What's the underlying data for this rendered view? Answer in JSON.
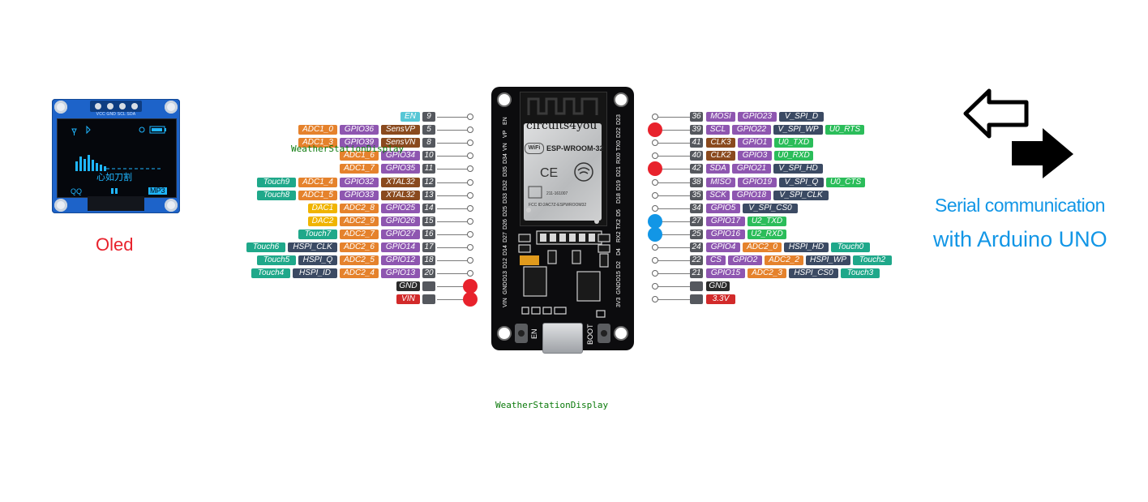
{
  "oled": {
    "caption": "Oled",
    "pin_labels": "VCC GND SCL SDA",
    "screen_left_label": "QQ",
    "screen_center_label": "心如刀割",
    "screen_right_label": "MP3"
  },
  "board": {
    "brand": "circuits4you",
    "module": "ESP-WROOM-32",
    "wifi_logo": "WiFi",
    "button_en": "EN",
    "button_boot": "BOOT",
    "left_edge_labels": [
      "EN",
      "VP",
      "VN",
      "D34",
      "D35",
      "D32",
      "D33",
      "D25",
      "D26",
      "D27",
      "D14",
      "D12",
      "D13",
      "GND",
      "VIN"
    ],
    "right_edge_labels": [
      "D23",
      "D22",
      "TX0",
      "RX0",
      "D21",
      "D19",
      "D18",
      "D5",
      "TX2",
      "RX2",
      "D4",
      "D2",
      "D15",
      "GND",
      "3V3"
    ]
  },
  "left_pins": [
    {
      "num": "9",
      "tags": [
        {
          "text": "EN",
          "color": "#57c7d6"
        }
      ]
    },
    {
      "num": "5",
      "tags": [
        {
          "text": "ADC1_0",
          "color": "#e5822c"
        },
        {
          "text": "GPIO36",
          "color": "#8e56b0"
        },
        {
          "text": "SensVP",
          "color": "#8a4a1e"
        }
      ],
      "dot": ""
    },
    {
      "num": "8",
      "tags": [
        {
          "text": "ADC1_3",
          "color": "#e5822c"
        },
        {
          "text": "GPIO39",
          "color": "#8e56b0"
        },
        {
          "text": "SensVN",
          "color": "#8a4a1e"
        }
      ]
    },
    {
      "num": "10",
      "tags": [
        {
          "text": "ADC1_6",
          "color": "#e5822c"
        },
        {
          "text": "GPIO34",
          "color": "#8e56b0"
        }
      ]
    },
    {
      "num": "11",
      "tags": [
        {
          "text": "ADC1_7",
          "color": "#e5822c"
        },
        {
          "text": "GPIO35",
          "color": "#8e56b0"
        }
      ]
    },
    {
      "num": "12",
      "tags": [
        {
          "text": "Touch9",
          "color": "#1fa88a"
        },
        {
          "text": "ADC1_4",
          "color": "#e5822c"
        },
        {
          "text": "GPIO32",
          "color": "#8e56b0"
        },
        {
          "text": "XTAL32",
          "color": "#8a4a1e"
        }
      ]
    },
    {
      "num": "13",
      "tags": [
        {
          "text": "Touch8",
          "color": "#1fa88a"
        },
        {
          "text": "ADC1_5",
          "color": "#e5822c"
        },
        {
          "text": "GPIO33",
          "color": "#8e56b0"
        },
        {
          "text": "XTAL32",
          "color": "#8a4a1e"
        }
      ]
    },
    {
      "num": "14",
      "tags": [
        {
          "text": "DAC1",
          "color": "#f0b400"
        },
        {
          "text": "ADC2_8",
          "color": "#e5822c"
        },
        {
          "text": "GPIO25",
          "color": "#8e56b0"
        }
      ]
    },
    {
      "num": "15",
      "tags": [
        {
          "text": "DAC2",
          "color": "#f0b400"
        },
        {
          "text": "ADC2_9",
          "color": "#e5822c"
        },
        {
          "text": "GPIO26",
          "color": "#8e56b0"
        }
      ]
    },
    {
      "num": "16",
      "tags": [
        {
          "text": "Touch7",
          "color": "#1fa88a"
        },
        {
          "text": "ADC2_7",
          "color": "#e5822c"
        },
        {
          "text": "GPIO27",
          "color": "#8e56b0"
        }
      ]
    },
    {
      "num": "17",
      "tags": [
        {
          "text": "Touch6",
          "color": "#1fa88a"
        },
        {
          "text": "HSPI_CLK",
          "color": "#3b4a63"
        },
        {
          "text": "ADC2_6",
          "color": "#e5822c"
        },
        {
          "text": "GPIO14",
          "color": "#8e56b0"
        }
      ]
    },
    {
      "num": "18",
      "tags": [
        {
          "text": "Touch5",
          "color": "#1fa88a"
        },
        {
          "text": "HSPI_Q",
          "color": "#3b4a63"
        },
        {
          "text": "ADC2_5",
          "color": "#e5822c"
        },
        {
          "text": "GPIO12",
          "color": "#8e56b0"
        }
      ]
    },
    {
      "num": "20",
      "tags": [
        {
          "text": "Touch4",
          "color": "#1fa88a"
        },
        {
          "text": "HSPI_ID",
          "color": "#3b4a63"
        },
        {
          "text": "ADC2_4",
          "color": "#e5822c"
        },
        {
          "text": "GPIO13",
          "color": "#8e56b0"
        }
      ]
    },
    {
      "num": "",
      "tags": [
        {
          "text": "GND",
          "color": "#2b2b2b"
        }
      ],
      "dot": "#e8222c"
    },
    {
      "num": "",
      "tags": [
        {
          "text": "VIN",
          "color": "#d22a2a"
        }
      ],
      "dot": "#e8222c"
    }
  ],
  "right_pins": [
    {
      "num": "36",
      "tags": [
        {
          "text": "MOSI",
          "color": "#8e56b0"
        },
        {
          "text": "GPIO23",
          "color": "#8e56b0"
        },
        {
          "text": "V_SPI_D",
          "color": "#3b4a63"
        }
      ]
    },
    {
      "num": "39",
      "tags": [
        {
          "text": "SCL",
          "color": "#8e56b0"
        },
        {
          "text": "GPIO22",
          "color": "#8e56b0"
        },
        {
          "text": "V_SPI_WP",
          "color": "#3b4a63"
        },
        {
          "text": "U0_RTS",
          "color": "#2bbd5a"
        }
      ],
      "dot": "#e8222c"
    },
    {
      "num": "41",
      "tags": [
        {
          "text": "CLK3",
          "color": "#8a4a1e"
        },
        {
          "text": "GPIO1",
          "color": "#8e56b0"
        },
        {
          "text": "U0_TXD",
          "color": "#2bbd5a"
        }
      ]
    },
    {
      "num": "40",
      "tags": [
        {
          "text": "CLK2",
          "color": "#8a4a1e"
        },
        {
          "text": "GPIO3",
          "color": "#8e56b0"
        },
        {
          "text": "U0_RXD",
          "color": "#2bbd5a"
        }
      ]
    },
    {
      "num": "42",
      "tags": [
        {
          "text": "SDA",
          "color": "#8e56b0"
        },
        {
          "text": "GPIO21",
          "color": "#8e56b0"
        },
        {
          "text": "V_SPI_HD",
          "color": "#3b4a63"
        }
      ],
      "dot": "#e8222c"
    },
    {
      "num": "38",
      "tags": [
        {
          "text": "MISO",
          "color": "#8e56b0"
        },
        {
          "text": "GPIO19",
          "color": "#8e56b0"
        },
        {
          "text": "V_SPI_Q",
          "color": "#3b4a63"
        },
        {
          "text": "U0_CTS",
          "color": "#2bbd5a"
        }
      ]
    },
    {
      "num": "35",
      "tags": [
        {
          "text": "SCK",
          "color": "#8e56b0"
        },
        {
          "text": "GPIO18",
          "color": "#8e56b0"
        },
        {
          "text": "V_SPI_CLK",
          "color": "#3b4a63"
        }
      ]
    },
    {
      "num": "34",
      "tags": [
        {
          "text": "GPIO5",
          "color": "#8e56b0"
        },
        {
          "text": "V_SPI_CS0",
          "color": "#3b4a63"
        }
      ]
    },
    {
      "num": "27",
      "tags": [
        {
          "text": "GPIO17",
          "color": "#8e56b0"
        },
        {
          "text": "U2_TXD",
          "color": "#2bbd5a"
        }
      ],
      "dot": "#1296e6"
    },
    {
      "num": "25",
      "tags": [
        {
          "text": "GPIO16",
          "color": "#8e56b0"
        },
        {
          "text": "U2_RXD",
          "color": "#2bbd5a"
        }
      ],
      "dot": "#1296e6"
    },
    {
      "num": "24",
      "tags": [
        {
          "text": "GPIO4",
          "color": "#8e56b0"
        },
        {
          "text": "ADC2_0",
          "color": "#e5822c"
        },
        {
          "text": "HSPI_HD",
          "color": "#3b4a63"
        },
        {
          "text": "Touch0",
          "color": "#1fa88a"
        }
      ]
    },
    {
      "num": "22",
      "tags": [
        {
          "text": "CS",
          "color": "#8e56b0"
        },
        {
          "text": "GPIO2",
          "color": "#8e56b0"
        },
        {
          "text": "ADC2_2",
          "color": "#e5822c"
        },
        {
          "text": "HSPI_WP",
          "color": "#3b4a63"
        },
        {
          "text": "Touch2",
          "color": "#1fa88a"
        }
      ]
    },
    {
      "num": "21",
      "tags": [
        {
          "text": "GPIO15",
          "color": "#8e56b0"
        },
        {
          "text": "ADC2_3",
          "color": "#e5822c"
        },
        {
          "text": "HSPI_CS0",
          "color": "#3b4a63"
        },
        {
          "text": "Touch3",
          "color": "#1fa88a"
        }
      ]
    },
    {
      "num": "",
      "tags": [
        {
          "text": "GND",
          "color": "#2b2b2b"
        }
      ]
    },
    {
      "num": "",
      "tags": [
        {
          "text": "3.3V",
          "color": "#d22a2a"
        }
      ]
    }
  ],
  "overlay_labels": {
    "label_1": "WeatherStationDisplay",
    "label_2": "WeatherStationDisplay"
  },
  "serial": {
    "line1": "Serial communication",
    "line2": "with Arduino UNO"
  }
}
